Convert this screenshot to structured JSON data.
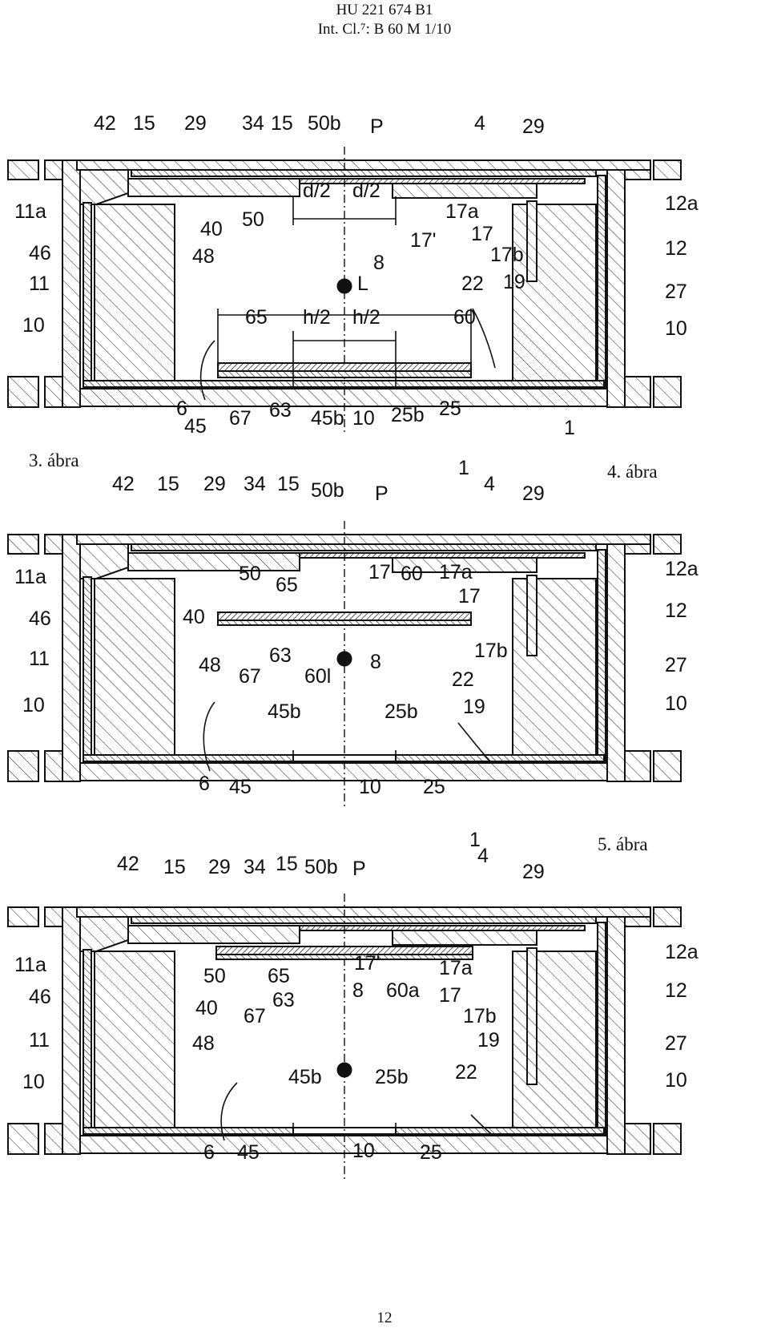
{
  "header": {
    "patent_number": "HU 221 674 B1",
    "classification": "Int. Cl.⁷: B 60 M  1/10"
  },
  "figures": [
    {
      "caption": "3. ábra",
      "variant": "fig3",
      "labels": [
        "42",
        "15",
        "29",
        "34",
        "15",
        "50b",
        "P",
        "4",
        "29",
        "11a",
        "40",
        "50",
        "d/2",
        "d/2",
        "17'",
        "17a",
        "17",
        "12a",
        "46",
        "48",
        "8",
        "17b",
        "12",
        "11",
        "L",
        "22",
        "19",
        "27",
        "10",
        "65",
        "h/2",
        "h/2",
        "60",
        "10",
        "6",
        "45",
        "67",
        "63",
        "45b",
        "10",
        "25b",
        "25",
        "1"
      ]
    },
    {
      "caption": "4. ábra",
      "variant": "fig4",
      "labels": [
        "42",
        "15",
        "29",
        "34",
        "15",
        "50b",
        "P",
        "1",
        "4",
        "29",
        "11a",
        "50",
        "65",
        "17'",
        "60",
        "17a",
        "12a",
        "46",
        "40",
        "17",
        "12",
        "17b",
        "11",
        "48",
        "63",
        "8",
        "27",
        "67",
        "60l",
        "22",
        "10",
        "45b",
        "25b",
        "19",
        "10",
        "6",
        "45",
        "10",
        "25"
      ]
    },
    {
      "caption": "5. ábra",
      "variant": "fig5",
      "labels": [
        "1",
        "42",
        "15",
        "29",
        "34",
        "15",
        "50b",
        "P",
        "4",
        "29",
        "11a",
        "50",
        "65",
        "17'",
        "17a",
        "12a",
        "46",
        "40",
        "63",
        "8",
        "60a",
        "17",
        "12",
        "67",
        "17b",
        "11",
        "48",
        "19",
        "27",
        "10",
        "45b",
        "25b",
        "22",
        "10",
        "6",
        "45",
        "10",
        "25"
      ]
    }
  ],
  "page_number": "12",
  "colors": {
    "ink": "#111111",
    "paper": "#ffffff"
  }
}
